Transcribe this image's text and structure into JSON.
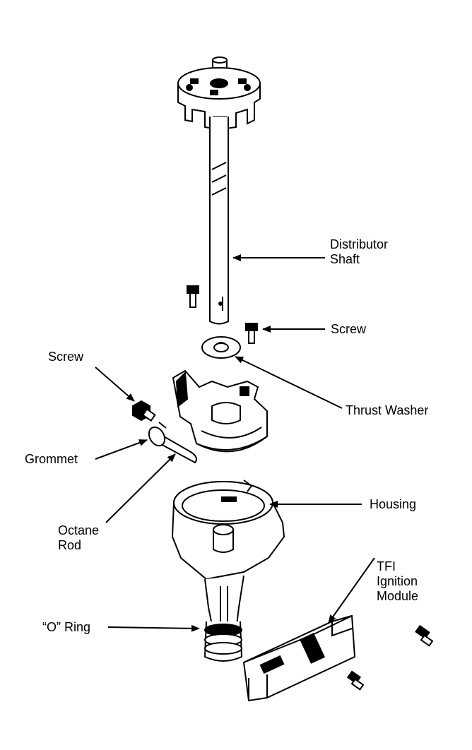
{
  "labels": {
    "distributor_shaft": [
      "Distributor",
      "Shaft"
    ],
    "screw_right": "Screw",
    "screw_left": "Screw",
    "thrust_washer": "Thrust Washer",
    "grommet": "Grommet",
    "octane_rod": [
      "Octane",
      "Rod"
    ],
    "housing": "Housing",
    "tfi_module": [
      "TFI",
      "Ignition",
      "Module"
    ],
    "o_ring": "“O” Ring"
  }
}
